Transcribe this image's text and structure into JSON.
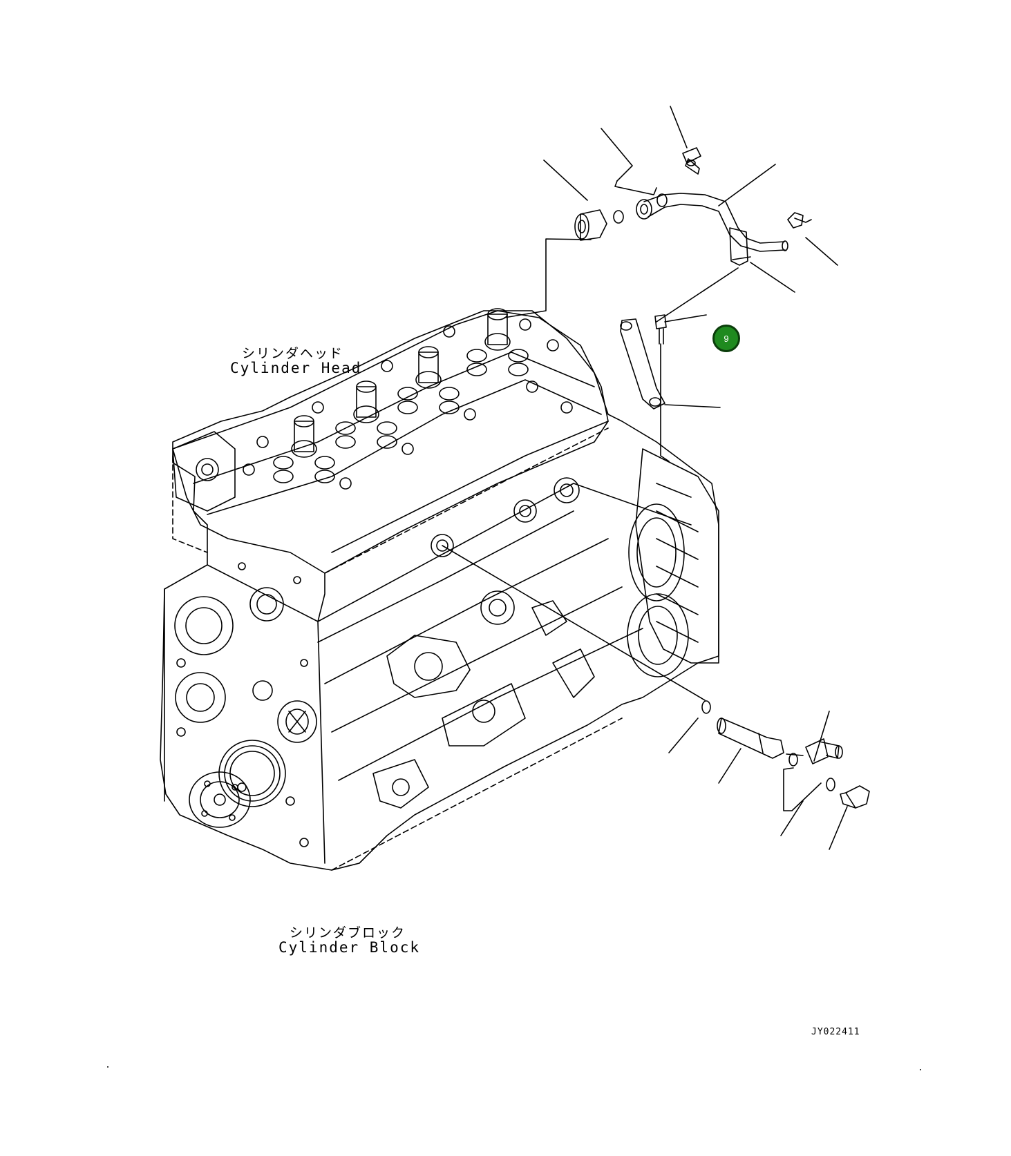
{
  "labels": {
    "cylinder_head_jp": "シリンダヘッド",
    "cylinder_head_en": "Cylinder Head",
    "cylinder_block_jp": "シリンダブロック",
    "cylinder_block_en": "Cylinder Block"
  },
  "reference_code": "JY022411",
  "callout": {
    "number": "9",
    "color": "#1f8a1f"
  },
  "line_color": "#000000"
}
